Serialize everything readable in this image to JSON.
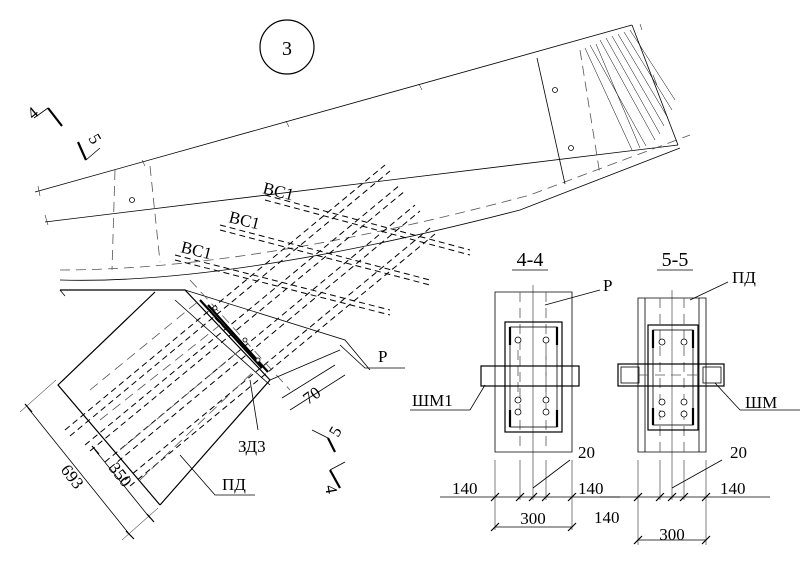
{
  "view_number": "3",
  "section_marks": {
    "top_left_4": "4",
    "top_left_5": "5",
    "bottom_5": "5",
    "bottom_4": "4"
  },
  "labels": {
    "bs1_a": "ВС1",
    "bs1_b": "ВС1",
    "bs1_c": "ВС1",
    "r_main": "Р",
    "pd_main": "ПД",
    "zd3": "ЗД3",
    "dim_70": "70",
    "dim_693": "693",
    "dim_350": "350"
  },
  "section_4_4": {
    "title": "4-4",
    "label_r": "Р",
    "label_shm1": "ШМ1",
    "dim_20": "20",
    "dim_140_left": "140",
    "dim_140_right": "140",
    "dim_300": "300"
  },
  "section_5_5": {
    "title": "5-5",
    "label_pd": "ПД",
    "label_shm": "ШМ",
    "dim_20": "20",
    "dim_140_left": "140",
    "dim_140_right": "140",
    "dim_300": "300"
  }
}
